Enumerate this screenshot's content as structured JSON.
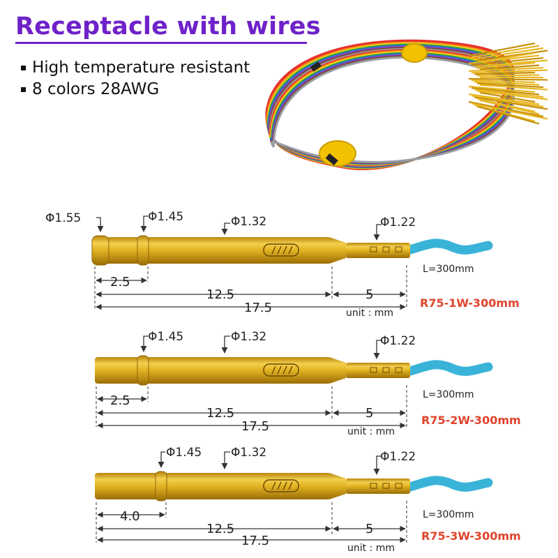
{
  "title": "Receptacle with wires",
  "features": [
    "High temperature resistant",
    "8 colors 28AWG"
  ],
  "colors": {
    "title": "#6f22c9",
    "brass": "#d9a514",
    "wire": "#3ab3d8",
    "model": "#e0442c"
  },
  "photo": {
    "subject": "bundle of multicolor wires with gold receptacles",
    "wire_colors": [
      "#e8322c",
      "#f28a1a",
      "#f1d31c",
      "#2e9e3f",
      "#2f6fd0",
      "#8a3fc6",
      "#7a4a2a",
      "#9aa0a6"
    ]
  },
  "pins": [
    {
      "model": "R75-1W-300mm",
      "head_dia": "Φ1.55",
      "ring_dia": "Φ1.45",
      "body_dia": "Φ1.32",
      "tail_dia": "Φ1.22",
      "ring_pos": "2.5",
      "body_len": "12.5",
      "tail_len": "5",
      "total_len": "17.5",
      "wire_len": "L=300mm",
      "unit": "unit : mm"
    },
    {
      "model": "R75-2W-300mm",
      "ring_dia": "Φ1.45",
      "body_dia": "Φ1.32",
      "tail_dia": "Φ1.22",
      "ring_pos": "2.5",
      "body_len": "12.5",
      "tail_len": "5",
      "total_len": "17.5",
      "wire_len": "L=300mm",
      "unit": "unit : mm"
    },
    {
      "model": "R75-3W-300mm",
      "ring_dia": "Φ1.45",
      "body_dia": "Φ1.32",
      "tail_dia": "Φ1.22",
      "ring_pos": "4.0",
      "body_len": "12.5",
      "tail_len": "5",
      "total_len": "17.5",
      "wire_len": "L=300mm",
      "unit": "unit : mm"
    }
  ]
}
